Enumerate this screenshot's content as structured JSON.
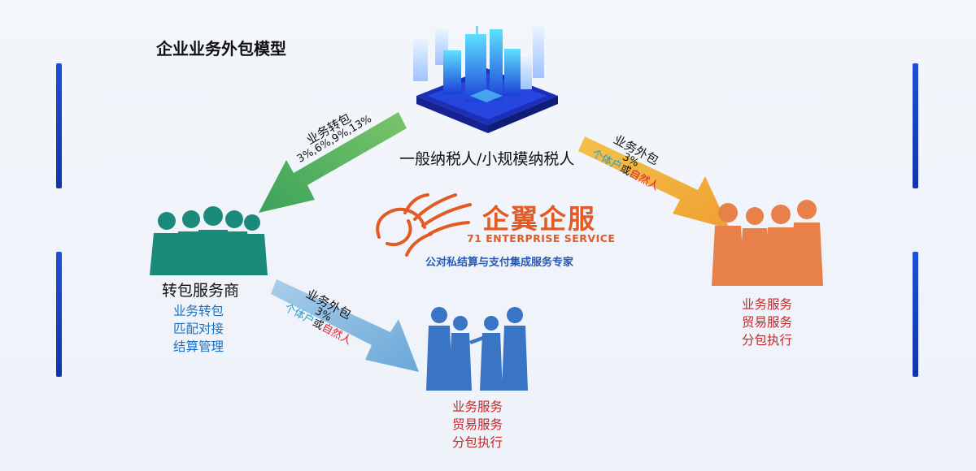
{
  "title": "企业业务外包模型",
  "top_node": {
    "label": "一般纳税人/小规模纳税人"
  },
  "left_node": {
    "label": "转包服务商",
    "sub": [
      "业务转包",
      "匹配对接",
      "结算管理"
    ]
  },
  "right_node": {
    "sub": [
      "业务服务",
      "贸易服务",
      "分包执行"
    ]
  },
  "bottom_node": {
    "sub": [
      "业务服务",
      "贸易服务",
      "分包执行"
    ]
  },
  "arrows": {
    "top_to_left": {
      "line1": "业务转包",
      "line2": "3%,6%,9%,13%",
      "color": "#4caf50"
    },
    "top_to_right": {
      "line1": "业务外包",
      "line2": "3%",
      "opt_a": "个体户",
      "opt_or": "或",
      "opt_b": "自然人",
      "color": "#f0a830"
    },
    "left_to_bottom": {
      "line1": "业务外包",
      "line2": "3%",
      "opt_a": "个体户",
      "opt_or": "或",
      "opt_b": "自然人",
      "color": "#7fb6de"
    }
  },
  "brand": {
    "name_cn": "企翼企服",
    "name_en": "71 ENTERPRISE SERVICE",
    "tagline": "公对私结算与支付集成服务专家",
    "color": "#e25a24"
  },
  "colors": {
    "group_teal": "#1a8a7a",
    "group_orange": "#e8804a",
    "group_blue": "#3a74c4",
    "side_bar": "#1f4fd6"
  }
}
